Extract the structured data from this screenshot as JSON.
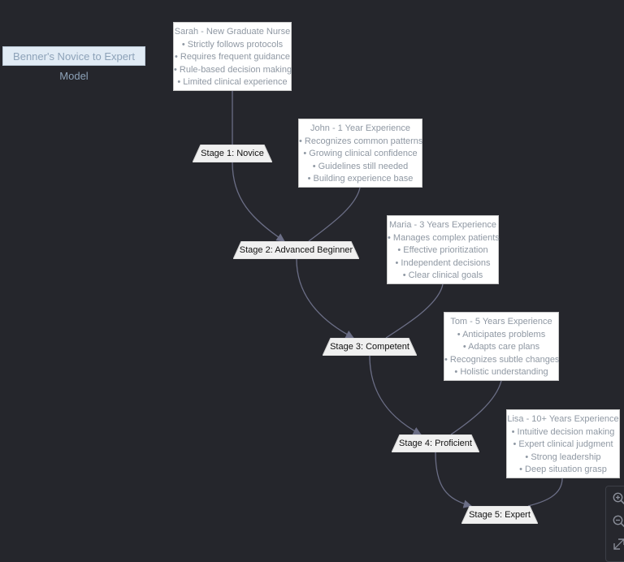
{
  "title": "Benner's Novice to Expert Model",
  "colors": {
    "background": "#25262c",
    "edge": "#6b6e86",
    "stage_fill": "#f0f0f0",
    "note_fill": "#ffffff",
    "note_text": "#8f98a3",
    "title_fill": "#e1ebf5"
  },
  "stages": [
    {
      "id": "stage1",
      "label": "Stage 1: Novice"
    },
    {
      "id": "stage2",
      "label": "Stage 2: Advanced Beginner"
    },
    {
      "id": "stage3",
      "label": "Stage 3: Competent"
    },
    {
      "id": "stage4",
      "label": "Stage 4: Proficient"
    },
    {
      "id": "stage5",
      "label": "Stage 5: Expert"
    }
  ],
  "notes": [
    {
      "id": "sarah",
      "lines": [
        "Sarah - New Graduate Nurse",
        "• Strictly follows protocols",
        "• Requires frequent guidance",
        "• Rule-based decision making",
        "• Limited clinical experience"
      ]
    },
    {
      "id": "john",
      "lines": [
        "John - 1 Year Experience",
        "• Recognizes common patterns",
        "• Growing clinical confidence",
        "• Guidelines still needed",
        "• Building experience base"
      ]
    },
    {
      "id": "maria",
      "lines": [
        "Maria - 3 Years Experience",
        "• Manages complex patients",
        "• Effective prioritization",
        "• Independent decisions",
        "• Clear clinical goals"
      ]
    },
    {
      "id": "tom",
      "lines": [
        "Tom - 5 Years Experience",
        "• Anticipates problems",
        "• Adapts care plans",
        "• Recognizes subtle changes",
        "• Holistic understanding"
      ]
    },
    {
      "id": "lisa",
      "lines": [
        "Lisa - 10+ Years Experience",
        "• Intuitive decision making",
        "• Expert clinical judgment",
        "• Strong leadership",
        "• Deep situation grasp"
      ]
    }
  ],
  "edges": [
    {
      "from": "sarah",
      "to": "stage1",
      "arrow": false
    },
    {
      "from": "stage1",
      "to": "stage2",
      "arrow": true
    },
    {
      "from": "john",
      "to": "stage2",
      "arrow": false
    },
    {
      "from": "stage2",
      "to": "stage3",
      "arrow": true
    },
    {
      "from": "maria",
      "to": "stage3",
      "arrow": false
    },
    {
      "from": "stage3",
      "to": "stage4",
      "arrow": true
    },
    {
      "from": "tom",
      "to": "stage4",
      "arrow": false
    },
    {
      "from": "stage4",
      "to": "stage5",
      "arrow": true
    },
    {
      "from": "lisa",
      "to": "stage5",
      "arrow": false
    }
  ],
  "controls": {
    "zoom_in_icon": "zoom-in-icon",
    "zoom_out_icon": "zoom-out-icon",
    "fit_icon": "fit-view-icon"
  }
}
